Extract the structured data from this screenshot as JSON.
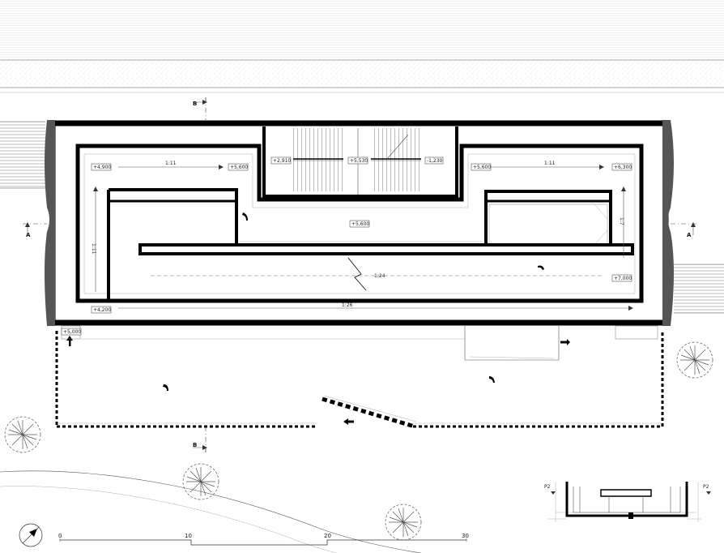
{
  "section_markers": {
    "a_left": "A",
    "a_right": "A",
    "b_top": "B",
    "b_bottom": "B"
  },
  "levels": {
    "lvl_4900": "+4,900",
    "lvl_5600_a": "+5,600",
    "lvl_2910": "+2,910",
    "lvl_5530": "+5,530",
    "lvl_neg1230": "-1,230",
    "lvl_5600_b": "+5,600",
    "lvl_6300": "+6,300",
    "lvl_5600_c": "+5,600",
    "lvl_7000": "+7,000",
    "lvl_4200": "+4,200",
    "lvl_5000": "+5,000"
  },
  "slopes": {
    "slope_top_left": "1:11",
    "slope_top_right": "1:11",
    "slope_left_vertical": "1:11",
    "slope_right_vertical": "1:7",
    "slope_middle": "1:24",
    "slope_bottom": "1:26"
  },
  "scale_bar": {
    "t0": "0",
    "t10": "10",
    "t20": "20",
    "t30": "30"
  },
  "key_plan": {
    "left": "P2",
    "right": "P2"
  }
}
